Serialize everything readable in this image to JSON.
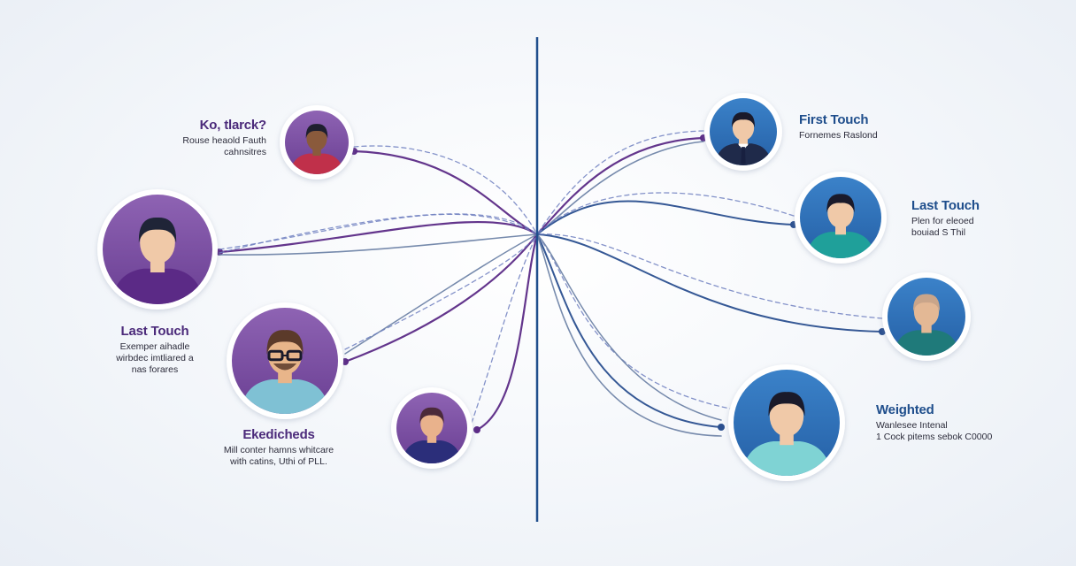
{
  "colors": {
    "axis": "#1f4e8c",
    "purple_line": "#5b2a86",
    "blue_line": "#2a4f8f",
    "grey_line": "#6f84a8",
    "dash_line": "#6f7fbf",
    "purple_title": "#4b2a7a",
    "blue_title": "#1f4e8c",
    "node_purple": "#7b4fa0",
    "node_blue": "#2f6fb8"
  },
  "left_labels": [
    {
      "title": "Ko, tlarck?",
      "lines": [
        "Rouse heaold Fauth",
        "cahnsitres"
      ]
    },
    {
      "title": "Last Touch",
      "lines": [
        "Exemper aihadle",
        "wirbdec imtliared a",
        "nas forares"
      ]
    },
    {
      "title": "Ekedicheds",
      "lines": [
        "Mill conter hamns whitcare",
        "with catins, Uthi of PLL."
      ]
    }
  ],
  "right_labels": [
    {
      "title": "First Touch",
      "lines": [
        "Fornemes Raslond"
      ]
    },
    {
      "title": "Last Touch",
      "lines": [
        "Plen for eleoed",
        "bouiad S Thil"
      ]
    },
    {
      "title": "Weighted",
      "lines": [
        "Wanlesee Intenal",
        "1 Cock pitems sebok C0000"
      ]
    }
  ],
  "nodes": [
    {
      "id": "left-person-1",
      "icon": "person-icon",
      "palette": "purple",
      "skin": "#8a5a3c",
      "shirt": "#c0304a",
      "hair": "#1f1f2f",
      "glasses": false
    },
    {
      "id": "left-person-2",
      "icon": "person-icon",
      "palette": "purple",
      "skin": "#f0c9a8",
      "shirt": "#5b2a86",
      "hair": "#1f2437",
      "glasses": false
    },
    {
      "id": "left-person-3",
      "icon": "person-glasses-icon",
      "palette": "purple",
      "skin": "#e8b58a",
      "shirt": "#7fc1d4",
      "hair": "#5b3a2a",
      "glasses": true
    },
    {
      "id": "left-person-4",
      "icon": "person-icon",
      "palette": "purple",
      "skin": "#e9b28c",
      "shirt": "#2b2e7a",
      "hair": "#4b2a3a",
      "glasses": false
    },
    {
      "id": "right-person-1",
      "icon": "person-tie-icon",
      "palette": "blue",
      "skin": "#f0c9a8",
      "shirt": "#1f2a4a",
      "hair": "#1a1a2a",
      "glasses": false
    },
    {
      "id": "right-person-2",
      "icon": "person-icon",
      "palette": "blue",
      "skin": "#f0c9a8",
      "shirt": "#1fa09a",
      "hair": "#1a1a2a",
      "glasses": false
    },
    {
      "id": "right-person-3",
      "icon": "person-icon",
      "palette": "blue",
      "skin": "#e3b895",
      "shirt": "#1f7a7a",
      "hair": "#c9a58a",
      "glasses": false
    },
    {
      "id": "right-person-4",
      "icon": "person-icon",
      "palette": "blue",
      "skin": "#f0c9a8",
      "shirt": "#7fd3d4",
      "hair": "#1a1a2a",
      "glasses": false
    }
  ]
}
